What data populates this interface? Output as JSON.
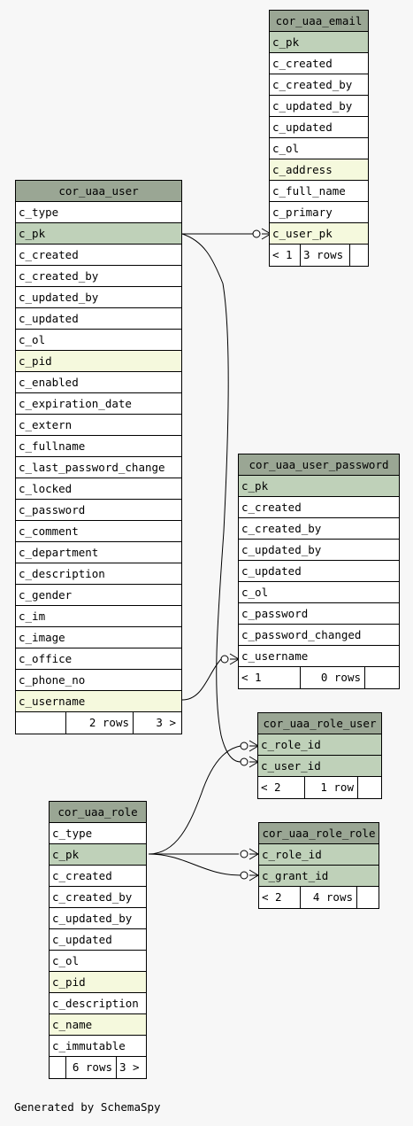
{
  "tables": {
    "cor_uaa_email": {
      "title": "cor_uaa_email",
      "columns": [
        "c_pk",
        "c_created",
        "c_created_by",
        "c_updated_by",
        "c_updated",
        "c_ol",
        "c_address",
        "c_full_name",
        "c_primary",
        "c_user_pk"
      ],
      "footer": [
        "< 1",
        "3 rows",
        ""
      ]
    },
    "cor_uaa_user": {
      "title": "cor_uaa_user",
      "columns": [
        "c_type",
        "c_pk",
        "c_created",
        "c_created_by",
        "c_updated_by",
        "c_updated",
        "c_ol",
        "c_pid",
        "c_enabled",
        "c_expiration_date",
        "c_extern",
        "c_fullname",
        "c_last_password_change",
        "c_locked",
        "c_password",
        "c_comment",
        "c_department",
        "c_description",
        "c_gender",
        "c_im",
        "c_image",
        "c_office",
        "c_phone_no",
        "c_username"
      ],
      "footer": [
        "",
        "2 rows",
        "3 >"
      ]
    },
    "cor_uaa_user_password": {
      "title": "cor_uaa_user_password",
      "columns": [
        "c_pk",
        "c_created",
        "c_created_by",
        "c_updated_by",
        "c_updated",
        "c_ol",
        "c_password",
        "c_password_changed",
        "c_username"
      ],
      "footer": [
        "< 1",
        "0 rows",
        ""
      ]
    },
    "cor_uaa_role_user": {
      "title": "cor_uaa_role_user",
      "columns": [
        "c_role_id",
        "c_user_id"
      ],
      "footer": [
        "< 2",
        "1 row",
        ""
      ]
    },
    "cor_uaa_role": {
      "title": "cor_uaa_role",
      "columns": [
        "c_type",
        "c_pk",
        "c_created",
        "c_created_by",
        "c_updated_by",
        "c_updated",
        "c_ol",
        "c_pid",
        "c_description",
        "c_name",
        "c_immutable"
      ],
      "footer": [
        "",
        "6 rows",
        "3 >"
      ]
    },
    "cor_uaa_role_role": {
      "title": "cor_uaa_role_role",
      "columns": [
        "c_role_id",
        "c_grant_id"
      ],
      "footer": [
        "< 2",
        "4 rows",
        ""
      ]
    }
  },
  "credit": "Generated by SchemaSpy"
}
